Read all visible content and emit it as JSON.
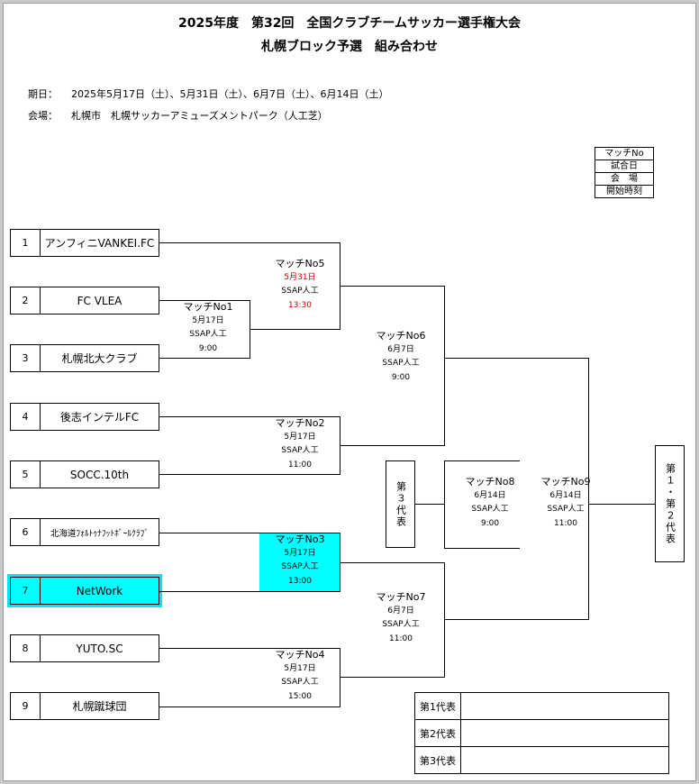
{
  "header": {
    "title_line1": "2025年度　第32回　全国クラブチームサッカー選手権大会",
    "title_line2": "札幌ブロック予選　組み合わせ"
  },
  "info": {
    "dates_label": "期日：",
    "dates_value": "2025年5月17日（土）、5月31日（土）、6月7日（土）、6月14日（土）",
    "venue_label": "会場：",
    "venue_value": "札幌市　札幌サッカーアミューズメントパーク（人工芝）"
  },
  "legend": [
    "マッチNo",
    "試合日",
    "会　場",
    "開始時刻"
  ],
  "teams": [
    {
      "num": "1",
      "name": "アンフィニVANKEI.FC"
    },
    {
      "num": "2",
      "name": "FC VLEA"
    },
    {
      "num": "3",
      "name": "札幌北大クラブ"
    },
    {
      "num": "4",
      "name": "後志インテルFC"
    },
    {
      "num": "5",
      "name": "SOCC.10th"
    },
    {
      "num": "6",
      "name": "北海道ﾌｫﾙﾄｩﾅﾌｯﾄﾎﾞｰﾙｸﾗﾌﾞ"
    },
    {
      "num": "7",
      "name": "NetWork"
    },
    {
      "num": "8",
      "name": "YUTO.SC"
    },
    {
      "num": "9",
      "name": "札幌蹴球団"
    }
  ],
  "highlight_color": "#00ffff",
  "matches": {
    "m1": {
      "title": "マッチNo1",
      "date": "5月17日",
      "venue": "SSAP人工",
      "time": "9:00"
    },
    "m2": {
      "title": "マッチNo2",
      "date": "5月17日",
      "venue": "SSAP人工",
      "time": "11:00"
    },
    "m3": {
      "title": "マッチNo3",
      "date": "5月17日",
      "venue": "SSAP人工",
      "time": "13:00"
    },
    "m4": {
      "title": "マッチNo4",
      "date": "5月17日",
      "venue": "SSAP人工",
      "time": "15:00"
    },
    "m5": {
      "title": "マッチNo5",
      "date": "5月31日",
      "venue": "SSAP人工",
      "time": "13:30"
    },
    "m6": {
      "title": "マッチNo6",
      "date": "6月7日",
      "venue": "SSAP人工",
      "time": "9:00"
    },
    "m7": {
      "title": "マッチNo7",
      "date": "6月7日",
      "venue": "SSAP人工",
      "time": "11:00"
    },
    "m8": {
      "title": "マッチNo8",
      "date": "6月14日",
      "venue": "SSAP人工",
      "time": "9:00"
    },
    "m9": {
      "title": "マッチNo9",
      "date": "6月14日",
      "venue": "SSAP人工",
      "time": "11:00"
    }
  },
  "rep3_label": "第３代表",
  "rep12_label": "第１・第２代表",
  "results": [
    "第1代表",
    "第2代表",
    "第3代表"
  ]
}
